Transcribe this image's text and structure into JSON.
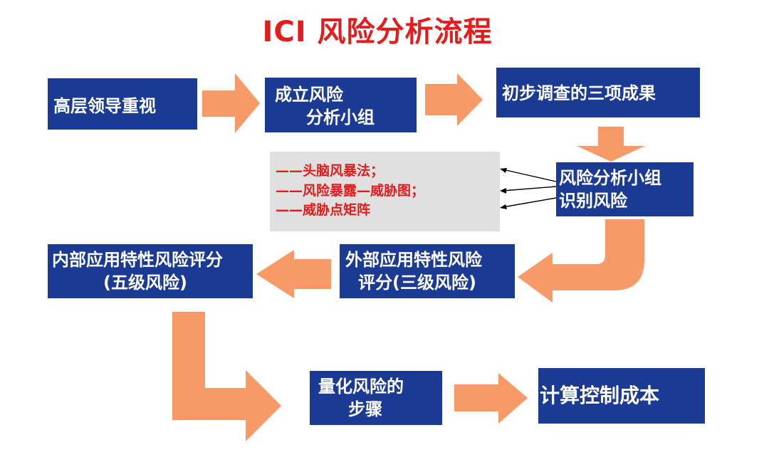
{
  "title": "ICI 风险分析流程",
  "colors": {
    "title": "#e31c1c",
    "box": "#1b3a94",
    "arrow": "#f79a68",
    "note_bg": "#e0e0e0",
    "note_text": "#e31c1c"
  },
  "boxes": {
    "leadership": "高层领导重视",
    "team_line1": "成立风险",
    "team_line2": "分析小组",
    "initial": "初步调查的三项成果",
    "identify_line1": "风险分析小组",
    "identify_line2": "识别风险",
    "external_line1": "外部应用特性风险",
    "external_line2": "评分(三级风险)",
    "internal_line1": "内部应用特性风险评分",
    "internal_line2": "(五级风险)",
    "quantify_line1": "量化风险的",
    "quantify_line2": "步骤",
    "cost": "计算控制成本"
  },
  "methods": [
    "——头脑风暴法；",
    "——风险暴露—威胁图；",
    "——威胁点矩阵"
  ]
}
